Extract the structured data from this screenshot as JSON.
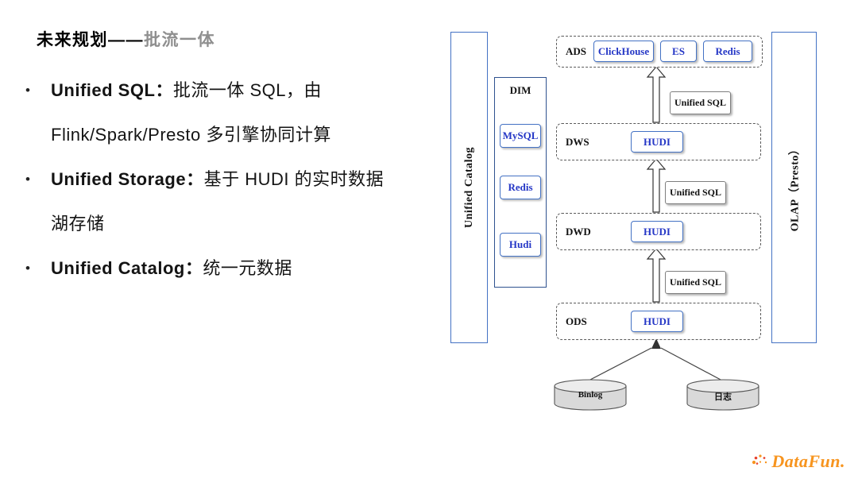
{
  "bullet_char": "•",
  "title": {
    "prefix": "未来规划——",
    "emphasis": "批流一体"
  },
  "bullets": [
    {
      "lead": "Unified SQL：",
      "body": "批流一体 SQL，由 Flink/Spark/Presto 多引擎协同计算"
    },
    {
      "lead": "Unified Storage：",
      "body": "基于 HUDI 的实时数据湖存储"
    },
    {
      "lead": "Unified Catalog：",
      "body": "统一元数据"
    }
  ],
  "diagram": {
    "left_rail": "Unified Catalog",
    "right_rail": "OLAP（Presto）",
    "dim": {
      "label": "DIM",
      "items": [
        "MySQL",
        "Redis",
        "Hudi"
      ]
    },
    "ads": {
      "label": "ADS",
      "items": [
        "ClickHouse",
        "ES",
        "Redis"
      ]
    },
    "dws": {
      "label": "DWS",
      "item": "HUDI"
    },
    "dwd": {
      "label": "DWD",
      "item": "HUDI"
    },
    "ods": {
      "label": "ODS",
      "item": "HUDI"
    },
    "connector": "Unified SQL",
    "sources": [
      "Binlog",
      "日志"
    ]
  },
  "logo": "DataFun."
}
